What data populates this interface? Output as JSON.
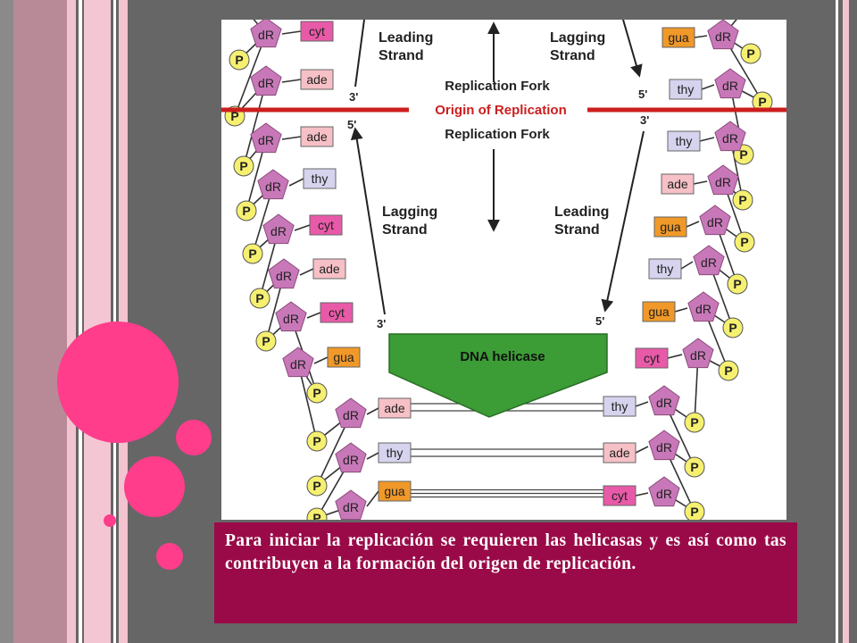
{
  "diagram": {
    "label_leading_top": [
      "Leading",
      "Strand"
    ],
    "label_lagging_top": [
      "Lagging",
      "Strand"
    ],
    "label_lagging_bottom": [
      "Lagging",
      "Strand"
    ],
    "label_leading_bottom": [
      "Leading",
      "Strand"
    ],
    "replication_fork_top": "Replication Fork",
    "origin_of_replication": "Origin of Replication",
    "replication_fork_bottom": "Replication Fork",
    "end_3_left_top": "3'",
    "end_5_left_top": "5'",
    "end_5_right_top": "5'",
    "end_3_right_top": "3'",
    "end_3_left_bottom": "3'",
    "end_5_right_bottom": "5'",
    "helicase_label": "DNA helicase",
    "sugar_label": "dR",
    "phosphate_label": "P",
    "left_bases": [
      "cyt",
      "ade",
      "ade",
      "thy",
      "cyt",
      "ade",
      "cyt",
      "gua",
      "ade",
      "thy",
      "gua"
    ],
    "right_bases": [
      "gua",
      "thy",
      "thy",
      "ade",
      "gua",
      "thy",
      "gua",
      "cyt",
      "thy",
      "ade",
      "cyt"
    ]
  },
  "colors": {
    "cyt": "#e85aa8",
    "ade": "#f6c0c6",
    "thy": "#d6d3ee",
    "gua": "#f09828",
    "sugar": "#c878b8",
    "phosphate": "#f6f070",
    "helicase": "#3c9c36",
    "origin_line": "#cc1e1e",
    "caption_bg": "#9a0a48"
  },
  "caption": "Para iniciar la replicación se requieren las helicasas y es así como tas contribuyen a la formación del origen de replicación."
}
